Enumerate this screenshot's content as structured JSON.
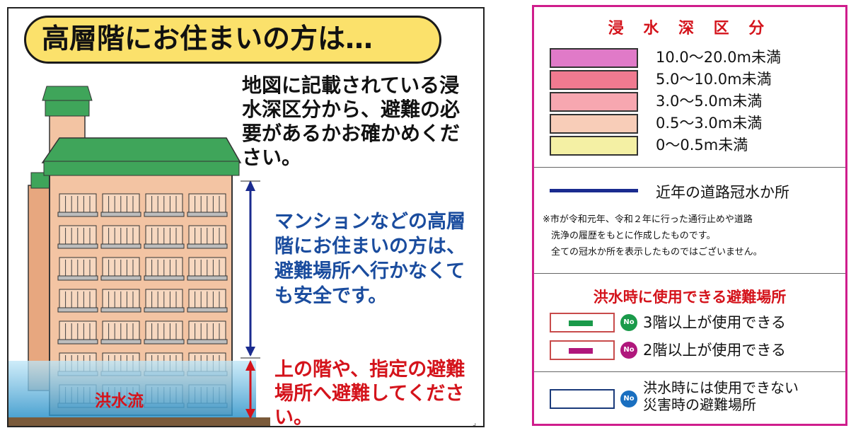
{
  "left_panel": {
    "title": "高層階にお住まいの方は…",
    "intro_text": "地図に記載されている浸水深区分から、避難の必要があるかお確かめください。",
    "upper_floor_text": "マンションなどの高層階にお住まいの方は、避難場所へ行かなくても安全です。",
    "lower_floor_text": "上の階や、指定の避難場所へ避難してください。",
    "flood_label": "洪水流"
  },
  "legend": {
    "depth_title": "浸 水 深 区 分",
    "depth_classes": [
      {
        "label": "10.0～20.0m未満",
        "color": "#e07ac8"
      },
      {
        "label": "5.0～10.0m未満",
        "color": "#f07a90"
      },
      {
        "label": "3.0～5.0m未満",
        "color": "#f7a7b0"
      },
      {
        "label": "0.5～3.0m未満",
        "color": "#f8cdb8"
      },
      {
        "label": "0～0.5m未満",
        "color": "#f4f0a4"
      }
    ],
    "road_flood_label": "近年の道路冠水か所",
    "road_flood_note": [
      "※市が令和元年、令和２年に行った通行止めや道路",
      "洗浄の履歴をもとに作成したものです。",
      "全ての冠水か所を表示したものではございません。"
    ],
    "shelter_title": "洪水時に使用できる避難場所",
    "shelters": [
      {
        "label": "3階以上が使用できる",
        "icon": "No",
        "icon_color": "#1a9a4a",
        "bar_color": "#1a9a4a",
        "border_color": "#c84b4b"
      },
      {
        "label": "2階以上が使用できる",
        "icon": "No",
        "icon_color": "#b0177c",
        "bar_color": "#b0177c",
        "border_color": "#c84b4b"
      },
      {
        "label_line1": "洪水時には使用できない",
        "label_line2": "災害時の避難場所",
        "icon": "No",
        "icon_color": "#1a6fc0",
        "border_color": "#1a3a7a"
      }
    ]
  }
}
